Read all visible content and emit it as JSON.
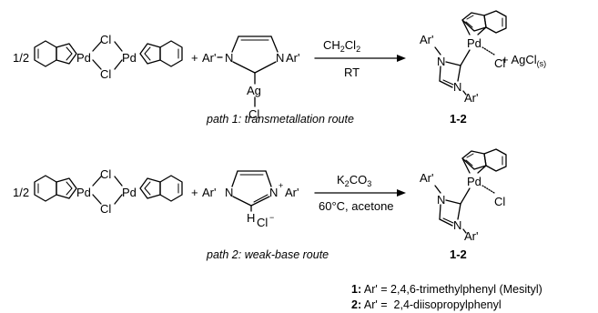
{
  "scheme": {
    "path1": {
      "coef": "1/2",
      "pd": "Pd",
      "cl": "Cl",
      "plus": "+",
      "ar": "Ar'",
      "n": "N",
      "ag": "Ag",
      "solvent_main": "CH",
      "solvent_sub1": "2",
      "solvent_mid": "Cl",
      "solvent_sub2": "2",
      "condition": "RT",
      "byproduct_main": "+ AgCl",
      "byproduct_sub": "(s)",
      "route": "path 1: transmetallation route",
      "product_id": "1-2"
    },
    "path2": {
      "coef": "1/2",
      "pd": "Pd",
      "cl": "Cl",
      "plus": "+",
      "ar": "Ar'",
      "n": "N",
      "nplus": "N",
      "charge_plus": "+",
      "h": "H",
      "counter_cl": "Cl",
      "charge_minus": "−",
      "base_main": "K",
      "base_sub1": "2",
      "base_mid": "CO",
      "base_sub2": "3",
      "condition": "60°C, acetone",
      "route": "path 2: weak-base route",
      "product_id": "1-2"
    },
    "legend": [
      {
        "num": "1:",
        "text": " Ar' = 2,4,6-trimethylphenyl (Mesityl)"
      },
      {
        "num": "2:",
        "text": " Ar' =  2,4-diisopropylphenyl"
      }
    ]
  }
}
